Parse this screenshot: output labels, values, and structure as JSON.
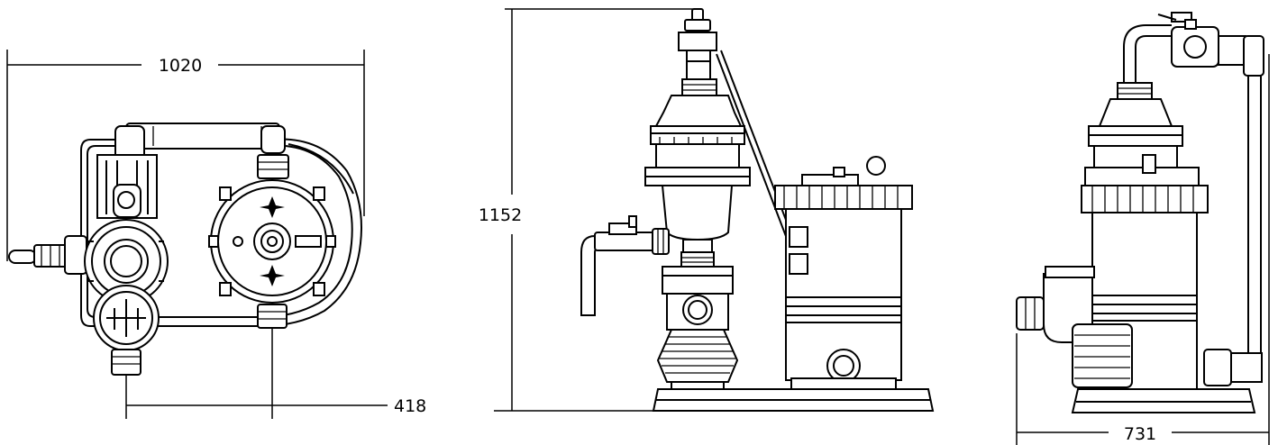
{
  "dimensions": {
    "top_view_width": "1020",
    "top_view_depth": "418",
    "side_view_height": "1152",
    "end_view_width": "731"
  },
  "units": ""
}
